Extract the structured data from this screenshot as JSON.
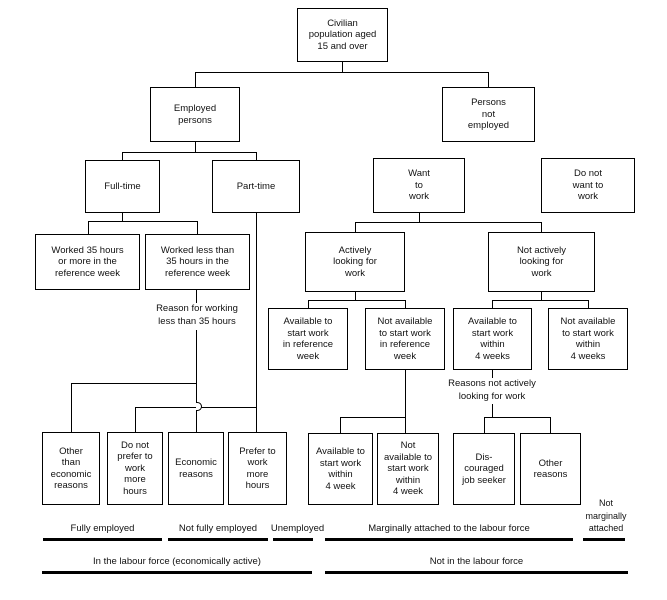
{
  "diagram": {
    "boxes": {
      "civilian": "Civilian\npopulation aged\n15 and over",
      "employed": "Employed\npersons",
      "not_employed": "Persons\nnot\nemployed",
      "full_time": "Full-time",
      "part_time": "Part-time",
      "want_to_work": "Want\nto\nwork",
      "do_not_want_to_work": "Do not\nwant to\nwork",
      "worked_35_or_more": "Worked 35 hours\nor more in the\nreference week",
      "worked_less_35": "Worked less than\n35 hours in the\nreference week",
      "actively_looking": "Actively\nlooking for\nwork",
      "not_actively_looking": "Not actively\nlooking for\nwork",
      "available_ref_week": "Available to\nstart work\nin reference\nweek",
      "not_available_ref_week": "Not available\nto start work\nin reference\nweek",
      "available_4_weeks": "Available to\nstart work\nwithin\n4 weeks",
      "not_available_4_weeks": "Not available\nto start work\nwithin\n4 weeks",
      "other_than_economic": "Other\nthan\neconomic\nreasons",
      "not_prefer_more_hours": "Do not\nprefer to\nwork\nmore\nhours",
      "economic_reasons": "Economic\nreasons",
      "prefer_more_hours": "Prefer to\nwork\nmore\nhours",
      "available_4_week": "Available to\nstart work\nwithin\n4 week",
      "not_available_4_week": "Not\navailable to\nstart work\nwithin\n4 week",
      "discouraged_job_seeker": "Dis-\ncouraged\njob seeker",
      "other_reasons": "Other\nreasons"
    },
    "annotations": {
      "reason_working_less_35": "Reason for working\nless than 35 hours",
      "reasons_not_actively_looking": "Reasons not actively\nlooking for work"
    },
    "footer": {
      "fully_employed": "Fully employed",
      "not_fully_employed": "Not fully employed",
      "unemployed": "Unemployed",
      "marginally_attached": "Marginally attached to the labour force",
      "not_marginally_attached": "Not\nmarginally\nattached",
      "in_labour_force": "In the labour force (economically active)",
      "not_in_labour_force": "Not in the labour force"
    },
    "colors": {
      "line": "#000000",
      "background": "#ffffff"
    }
  }
}
